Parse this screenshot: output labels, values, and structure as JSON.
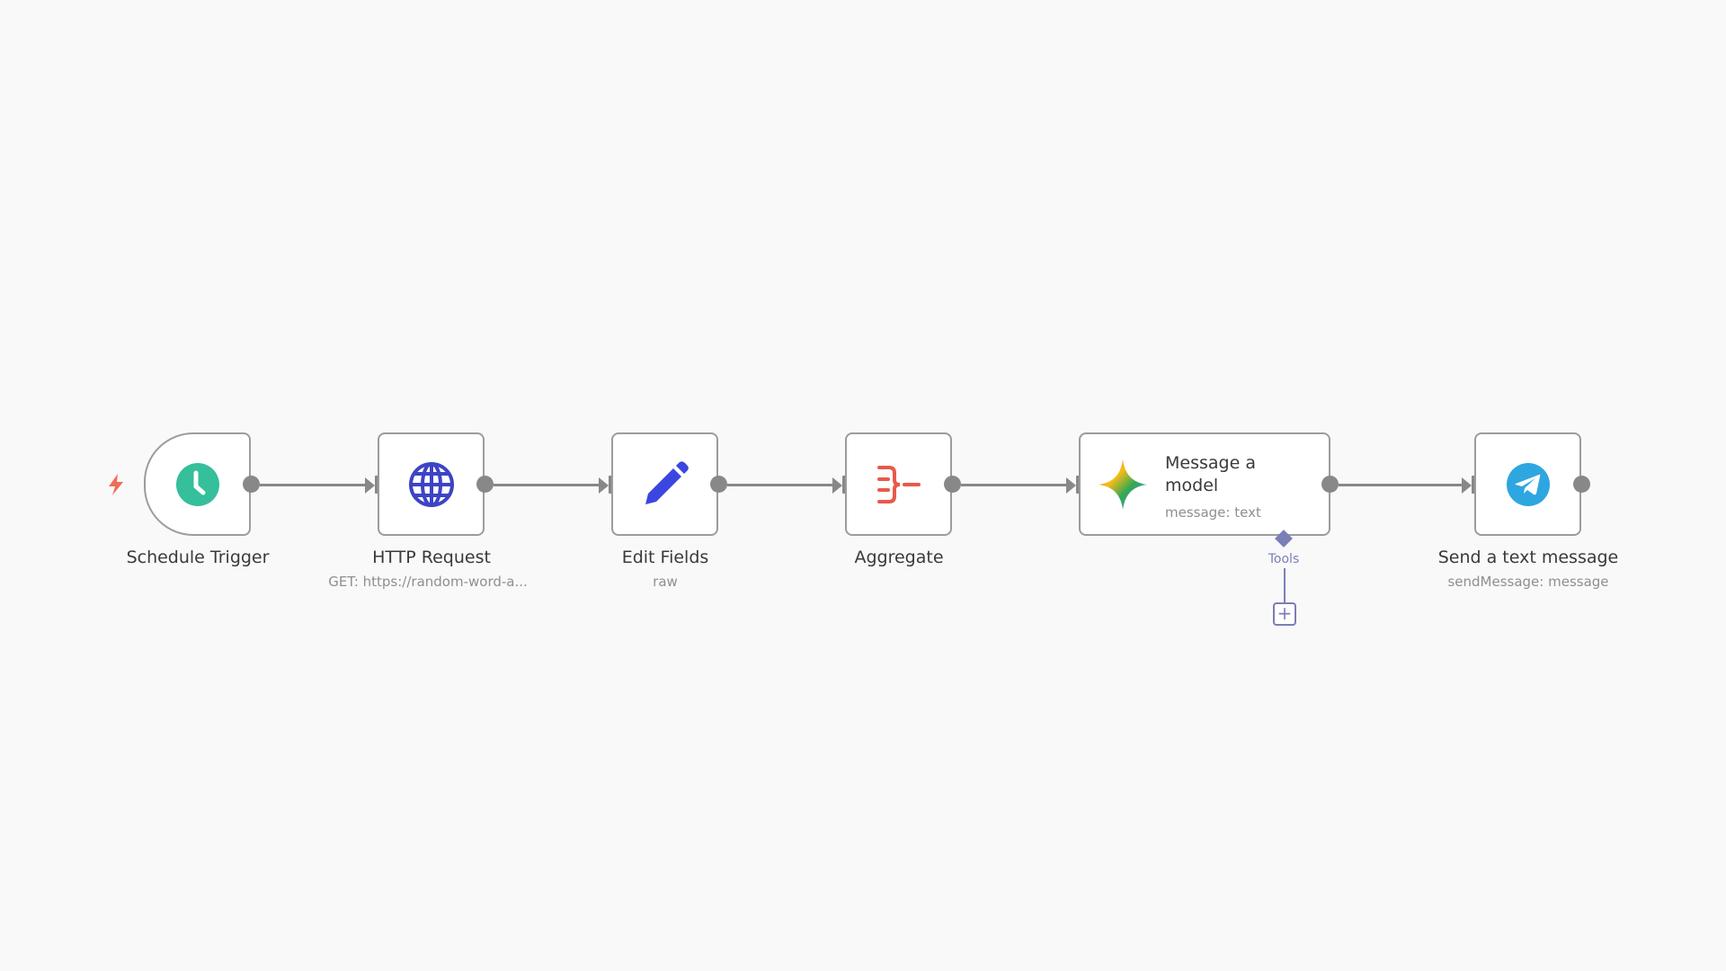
{
  "workflow": {
    "nodes": [
      {
        "title": "Schedule Trigger",
        "subtitle": "",
        "icon": "clock-icon",
        "color": "#35bf9a"
      },
      {
        "title": "HTTP Request",
        "subtitle": "GET: https://random-word-a...",
        "icon": "globe-icon",
        "color": "#3d44c5"
      },
      {
        "title": "Edit Fields",
        "subtitle": "raw",
        "icon": "pencil-icon",
        "color": "#3b46e0"
      },
      {
        "title": "Aggregate",
        "subtitle": "",
        "icon": "aggregate-icon",
        "color": "#e8594a"
      },
      {
        "title": "Message a model",
        "subtitle": "message: text",
        "icon": "gemini-sparkle-icon",
        "color": "#4a8af4"
      },
      {
        "title": "Send a text message",
        "subtitle": "sendMessage: message",
        "icon": "telegram-icon",
        "color": "#2ea6e0"
      }
    ],
    "tools_label": "Tools",
    "add_tool_symbol": "+",
    "colors": {
      "background": "#f9f9f9",
      "wire": "#888888",
      "tool_connector": "#7a7fb5",
      "trigger_bolt": "#ef6e55"
    }
  }
}
